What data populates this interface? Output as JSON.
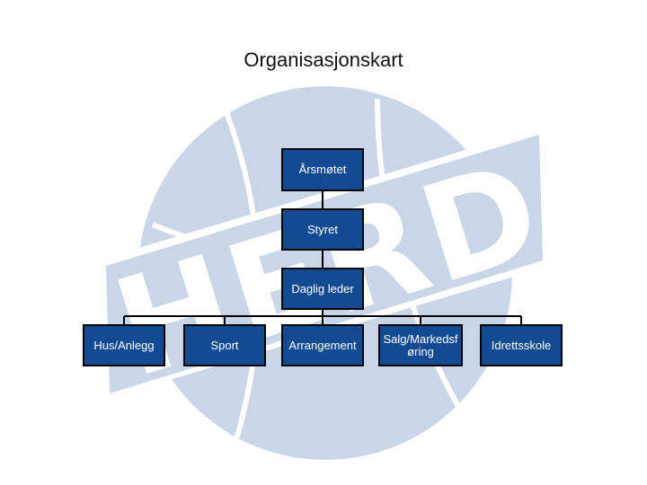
{
  "title": "Organisasjonskart",
  "watermark": {
    "text": "HERD",
    "color": "#c8d6e7",
    "letter_color": "#ffffff"
  },
  "colors": {
    "node_fill": "#134b93",
    "node_border": "#000000",
    "node_text": "#ffffff"
  },
  "chart": {
    "top": "Årsmøtet",
    "board": "Styret",
    "manager": "Daglig leder",
    "departments": [
      "Hus/Anlegg",
      "Sport",
      "Arrangement",
      "Salg/Markedsføring",
      "Idrettsskole"
    ]
  }
}
